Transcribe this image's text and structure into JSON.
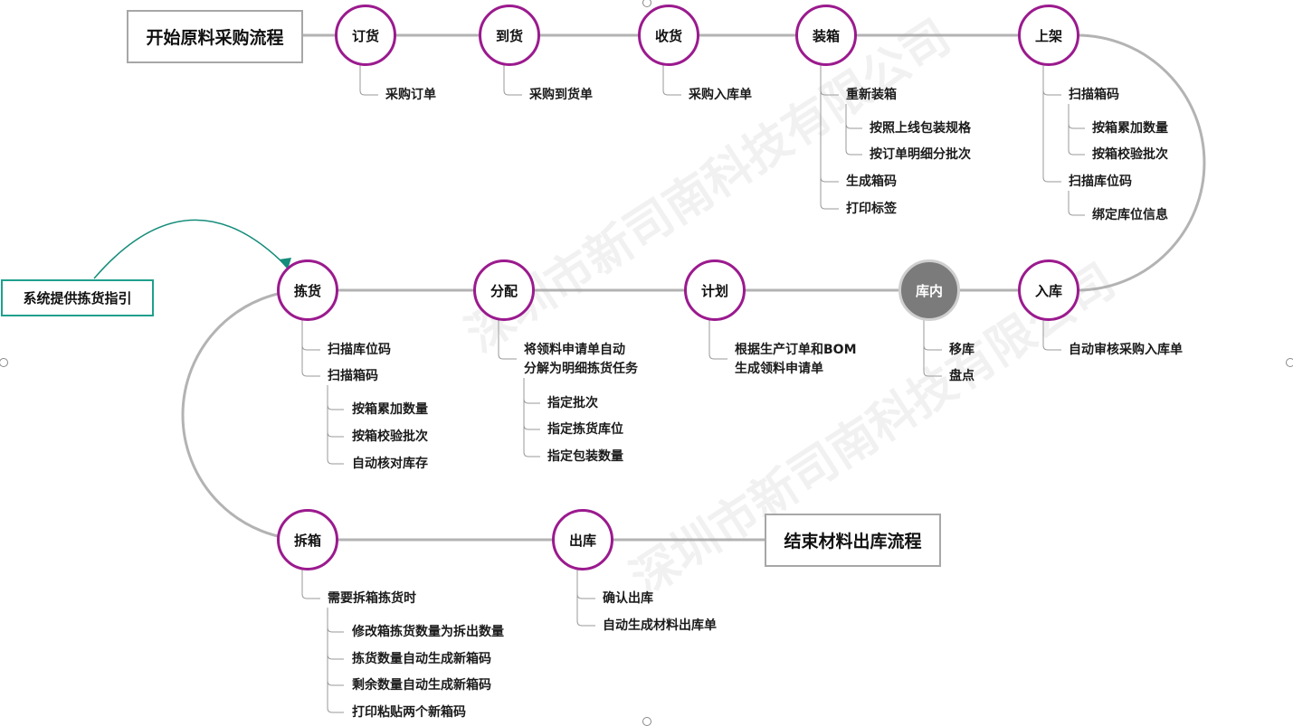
{
  "title_box": "开始原料采购流程",
  "end_box": "结束材料出库流程",
  "hint_box": "系统提供拣货指引",
  "watermark": "深圳市新司南科技有限公司",
  "colors": {
    "node_border": "#9b1a8e",
    "grey_node": "#7b7b7b",
    "hint_border": "#20a08c",
    "track": "#b3b3b3"
  },
  "nodes": [
    {
      "id": "dinghuo",
      "label": "订货"
    },
    {
      "id": "daohuo",
      "label": "到货"
    },
    {
      "id": "shouhuo",
      "label": "收货"
    },
    {
      "id": "zhuangxiang",
      "label": "装箱"
    },
    {
      "id": "shangjia",
      "label": "上架"
    },
    {
      "id": "ruku",
      "label": "入库"
    },
    {
      "id": "kunei",
      "label": "库内"
    },
    {
      "id": "jihua",
      "label": "计划"
    },
    {
      "id": "fenpei",
      "label": "分配"
    },
    {
      "id": "jianhuo",
      "label": "拣货"
    },
    {
      "id": "chaixiang",
      "label": "拆箱"
    },
    {
      "id": "chuku",
      "label": "出库"
    }
  ],
  "labels": [
    "采购订单",
    "采购到货单",
    "采购入库单",
    "重新装箱",
    "按照上线包装规格",
    "按订单明细分批次",
    "生成箱码",
    "打印标签",
    "扫描箱码",
    "按箱累加数量",
    "按箱校验批次",
    "扫描库位码",
    "绑定库位信息",
    "自动审核采购入库单",
    "移库",
    "盘点",
    "根据生产订单和BOM",
    "生成领料申请单",
    "将领料申请单自动",
    "分解为明细拣货任务",
    "指定批次",
    "指定拣货库位",
    "指定包装数量",
    "扫描库位码",
    "扫描箱码",
    "按箱累加数量",
    "按箱校验批次",
    "自动核对库存",
    "需要拆箱拣货时",
    "修改箱拣货数量为拆出数量",
    "拣货数量自动生成新箱码",
    "剩余数量自动生成新箱码",
    "打印粘贴两个新箱码",
    "确认出库",
    "自动生成材料出库单"
  ]
}
